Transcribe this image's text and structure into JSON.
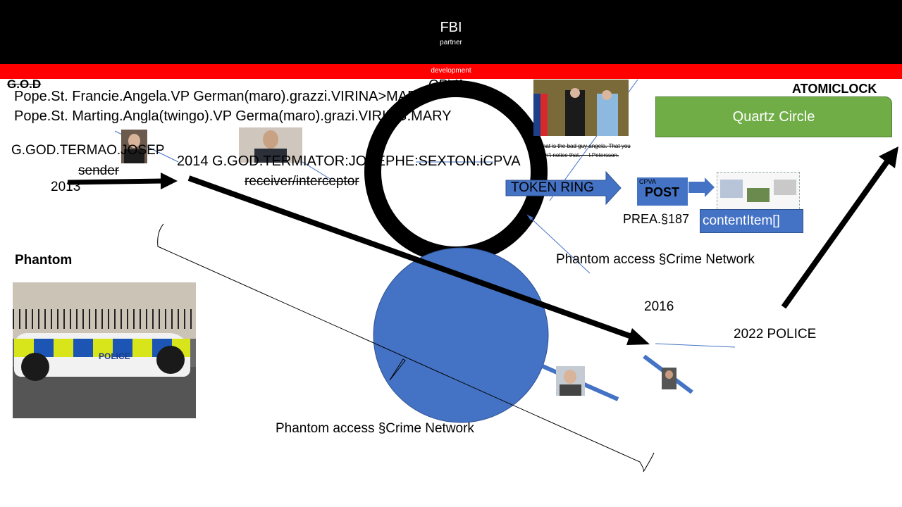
{
  "header": {
    "title": "FBI",
    "subtitle": "partner"
  },
  "redbar": {
    "label": "development"
  },
  "labels": {
    "god": "G.O.D",
    "cpva": "CPVA",
    "atomic_clock": "ATOMICLOCK",
    "line1": "Pope.St. Francie.Angela.VP German(maro).grazzi.VIRINA>MARY",
    "line2": "Pope.St. Marting.Angla(twingo).VP Germa(maro).grazi.VIRING.MARY",
    "termao": "G.GOD.TERMAO.JOSEP",
    "sender": "sender",
    "year_2013": "2013",
    "terminator": "2014 G.GOD.TERMIATOR:JOSEPHE:SEXTON.iCPVA",
    "receiver": "receiver/interceptor",
    "token_ring": "TOKEN RING",
    "post_small": "CPVA",
    "post": "POST",
    "prea": "PREA.§187",
    "content_item": "contentItem[]",
    "phantom_access_1": "Phantom access §Crime Network",
    "phantom": "Phantom",
    "year_2016": "2016",
    "police_2022": "2022 POLICE",
    "phantom_access_2": "Phantom access §Crime Network",
    "quartz": "Quartz Circle",
    "quote": "That is the bad guy angela. That you don't notice that. — l.Petersson."
  },
  "colors": {
    "header_bg": "#000000",
    "redbar": "#ff0000",
    "shape_blue": "#4472c4",
    "quartz_green": "#70ad47",
    "arrow_black": "#000000"
  }
}
